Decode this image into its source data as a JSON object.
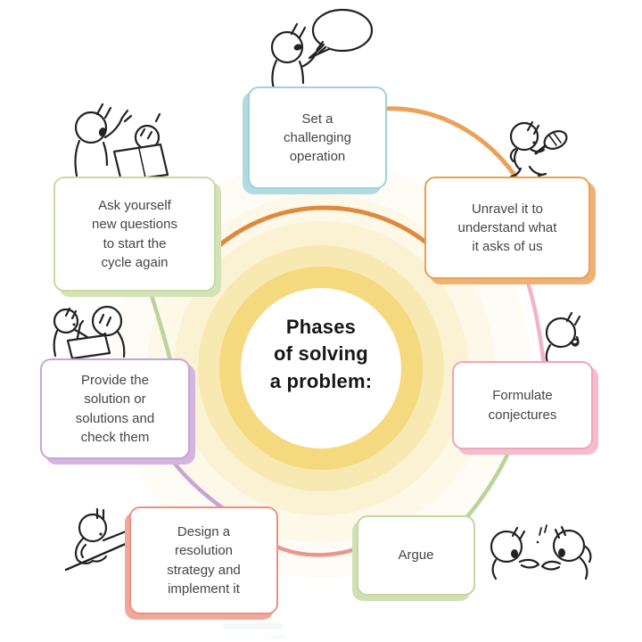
{
  "center": {
    "title": "Phases\nof solving\na problem:"
  },
  "phases": [
    {
      "name": "set-challenging-operation",
      "label": "Set a\nchallenging\noperation",
      "border_color": "#9ed2db"
    },
    {
      "name": "unravel-it",
      "label": "Unravel it to\nunderstand what\nit asks of us",
      "border_color": "#eb9f4f"
    },
    {
      "name": "formulate-conjectures",
      "label": "Formulate\nconjectures",
      "border_color": "#f1a5ba"
    },
    {
      "name": "argue",
      "label": "Argue",
      "border_color": "#c2d89e"
    },
    {
      "name": "design-strategy",
      "label": "Design a\nresolution\nstrategy and\nimplement it",
      "border_color": "#eb9181"
    },
    {
      "name": "provide-solution",
      "label": "Provide the\nsolution or\nsolutions and\ncheck them",
      "border_color": "#c7a3d5"
    },
    {
      "name": "ask-new-questions",
      "label": "Ask yourself\nnew questions\nto start the\ncycle again",
      "border_color": "#c6dba4"
    }
  ],
  "arc_colors": {
    "cycle_restart_inner_arc": "#de8a3c",
    "set_to_unravel": "#eaa158",
    "unravel_to_formulate": "#f2b3c7",
    "formulate_to_argue": "#b9d49a",
    "argue_to_design": "#e9978b",
    "design_to_provide": "#c9a4d6",
    "provide_to_ask": "#b9d49a"
  },
  "halo_colors": {
    "outer_faint": "#fefcf4",
    "faint": "#fdf8e8",
    "pale": "#fbf2d3",
    "mid": "#f8e9b3",
    "ring": "#f5d97f",
    "core": "#ffffff"
  },
  "doodles": [
    {
      "name": "announcer-speech-bubble-doodle"
    },
    {
      "name": "magnifier-walker-doodle"
    },
    {
      "name": "thinker-doodle"
    },
    {
      "name": "arguing-pair-doodle"
    },
    {
      "name": "uphill-pointer-doodle"
    },
    {
      "name": "clipboard-pair-doodle"
    },
    {
      "name": "question-pair-doodle"
    }
  ]
}
